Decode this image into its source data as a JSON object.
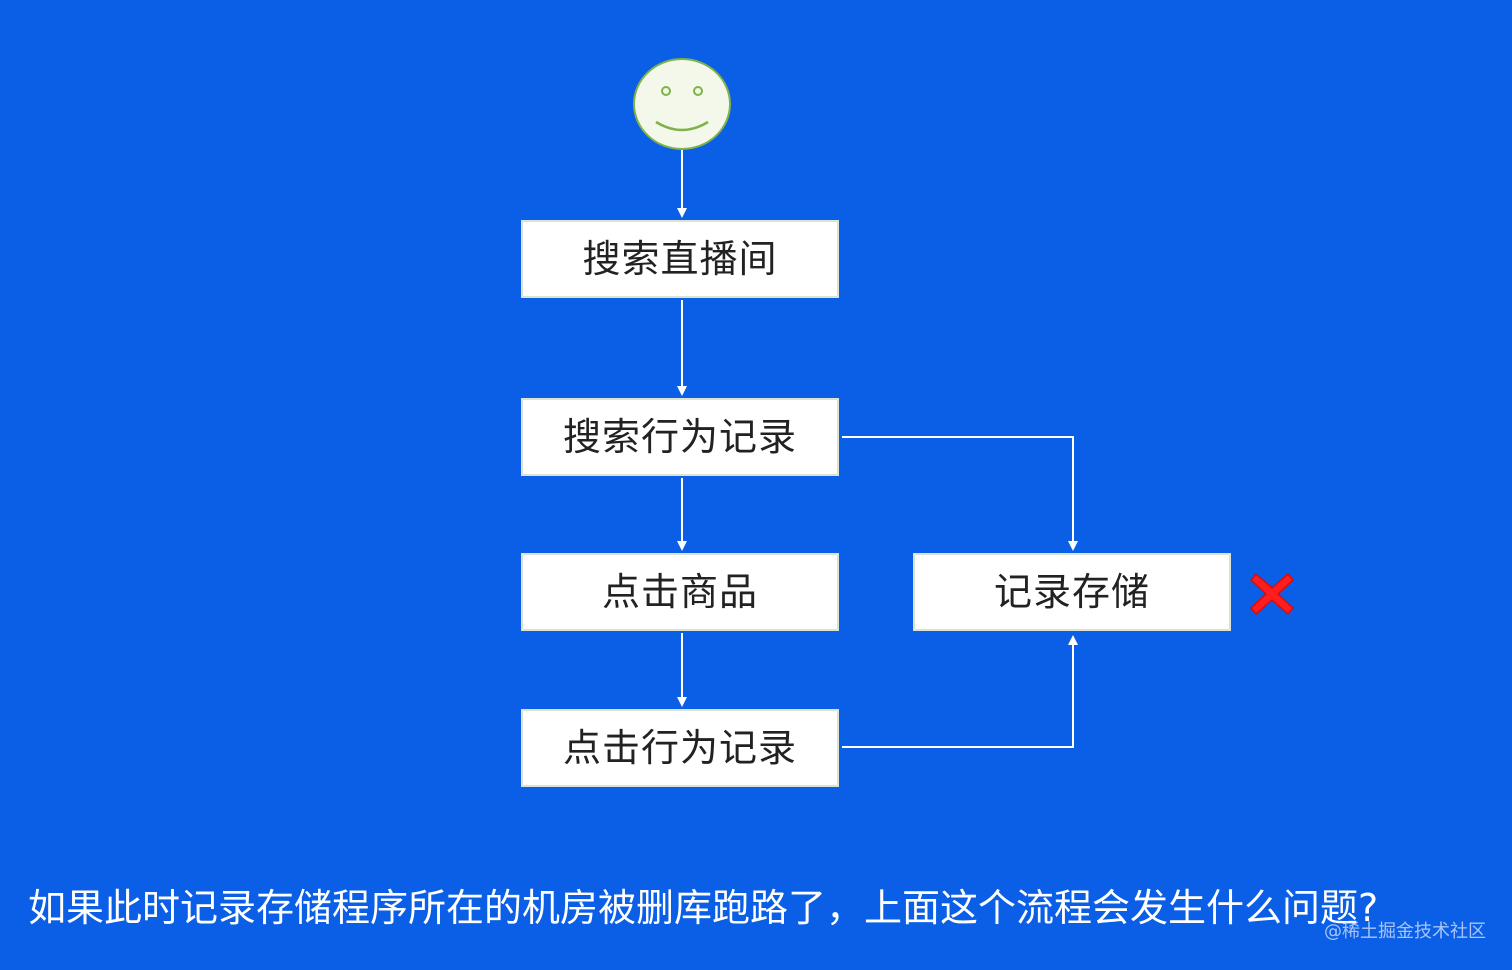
{
  "colors": {
    "background": "#0a5fe6",
    "node_fill": "#ffffff",
    "node_border": "#d9e5d0",
    "arrow": "#ffffff",
    "smiley_fill": "#f4f8ea",
    "smiley_stroke": "#7fb24a",
    "error_mark": "#ff1d1d"
  },
  "icons": {
    "start": "smiley-face-icon",
    "failure": "red-x-icon"
  },
  "nodes": {
    "search_live_room": "搜索直播间",
    "search_behavior_record": "搜索行为记录",
    "click_product": "点击商品",
    "click_behavior_record": "点击行为记录",
    "record_storage": "记录存储"
  },
  "caption": "如果此时记录存储程序所在的机房被删库跑路了，上面这个流程会发生什么问题?",
  "watermark": "@稀土掘金技术社区"
}
